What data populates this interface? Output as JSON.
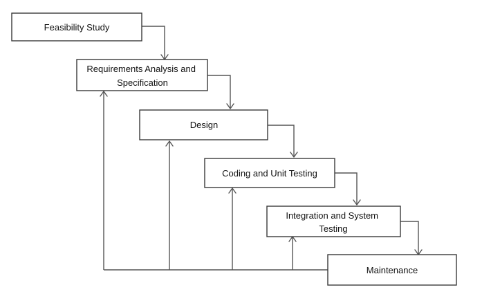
{
  "phases": [
    {
      "id": "feasibility",
      "lines": [
        "Feasibility Study"
      ]
    },
    {
      "id": "requirements",
      "lines": [
        "Requirements Analysis and",
        "Specification"
      ]
    },
    {
      "id": "design",
      "lines": [
        "Design"
      ]
    },
    {
      "id": "coding",
      "lines": [
        "Coding and Unit Testing"
      ]
    },
    {
      "id": "integration",
      "lines": [
        "Integration and System",
        "Testing"
      ]
    },
    {
      "id": "maintenance",
      "lines": [
        "Maintenance"
      ]
    }
  ]
}
